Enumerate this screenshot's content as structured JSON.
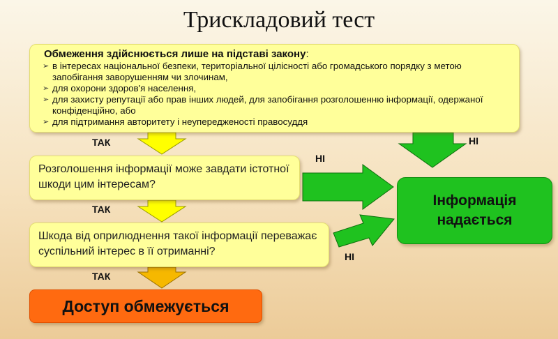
{
  "title": "Трискладовий тест",
  "conditions": {
    "heading": "Обмеження здійснюється лише на підставі закону",
    "colon": ":",
    "items": [
      "в інтересах національної безпеки, територіальної цілісності або громадського порядку з метою запобігання заворушенням чи злочинам,",
      "для охорони здоров'я населення,",
      "для захисту репутації або прав інших людей, для запобігання розголошенню інформації, одержаної конфіденційно, або",
      "для підтримання авторитету і неупередженості правосуддя"
    ]
  },
  "question1": "Розголошення інформації може завдати істотної шкоди цим інтересам?",
  "question2": "Шкода від оприлюднення такої інформації переважає суспільний інтерес в її отриманні?",
  "result_denied": "Доступ обмежується",
  "result_granted": "Інформація надається",
  "labels": {
    "yes": "ТАК",
    "no": "НІ"
  },
  "colors": {
    "box_yellow": "#ffff9a",
    "arrow_yellow": "#ffff00",
    "arrow_orange": "#f6b800",
    "arrow_green": "#1fc21f",
    "denied_orange": "#ff6a10",
    "granted_green": "#1fc21f"
  }
}
